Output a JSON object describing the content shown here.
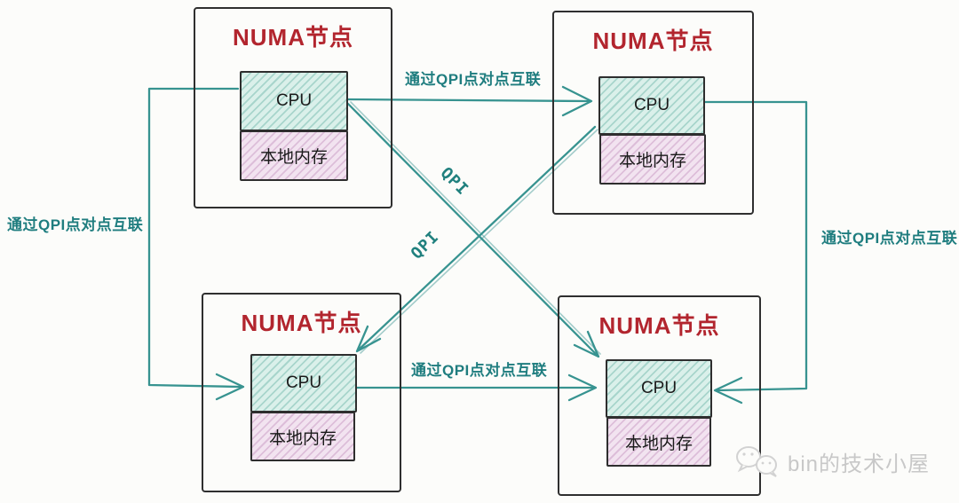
{
  "nodes": [
    {
      "title": "NUMA节点",
      "cpu_label": "CPU",
      "memory_label": "本地内存"
    },
    {
      "title": "NUMA节点",
      "cpu_label": "CPU",
      "memory_label": "本地内存"
    },
    {
      "title": "NUMA节点",
      "cpu_label": "CPU",
      "memory_label": "本地内存"
    },
    {
      "title": "NUMA节点",
      "cpu_label": "CPU",
      "memory_label": "本地内存"
    }
  ],
  "links": {
    "top_label": "通过QPI点对点互联",
    "left_label": "通过QPI点对点互联",
    "right_label": "通过QPI点对点互联",
    "bottom_label": "通过QPI点对点互联",
    "diagonal_down_label": "QPI",
    "diagonal_up_label": "QPI"
  },
  "watermark": {
    "icon": "wechat-icon",
    "text": "bin的技术小屋"
  },
  "colors": {
    "node_border": "#2f2f2f",
    "node_title": "#b2252e",
    "link_line": "#379390",
    "link_text": "#1f7d7f",
    "cpu_fill": "#daf0ea",
    "memory_fill": "#f2e3f0",
    "watermark_text": "#c8c8c8"
  }
}
